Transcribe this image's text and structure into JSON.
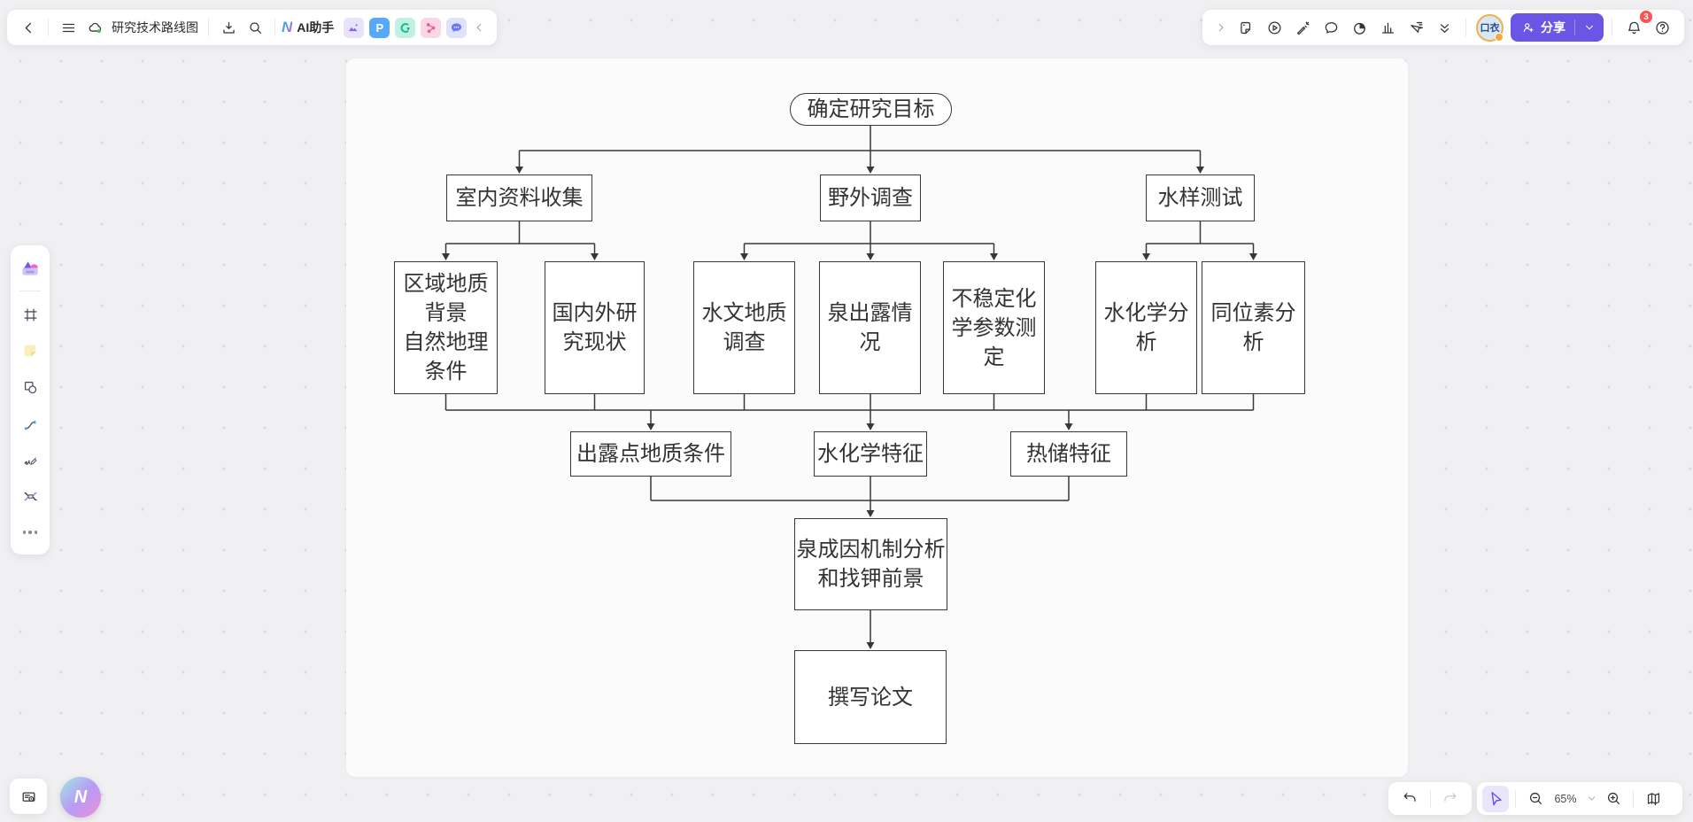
{
  "app": {
    "title": "研究技术路线图",
    "ai_assistant_label": "AI助手",
    "ai_logo_glyph": "N",
    "share_label": "分享",
    "avatar_text": "口衣",
    "notification_count": "3",
    "zoom_level": "65%"
  },
  "toolbar_left": {
    "ppt_glyph": "P",
    "icons": [
      "back-icon",
      "menu-icon",
      "cloud-sync-icon",
      "download-icon",
      "search-icon",
      "ai-image-icon",
      "ai-ppt-icon",
      "ai-export-icon",
      "ai-flowchart-icon",
      "ai-chat-icon",
      "collapse-icon"
    ]
  },
  "toolbar_right": {
    "icons": [
      "expand-icon",
      "widgets-icon",
      "present-icon",
      "laser-pointer-icon",
      "comment-icon",
      "timer-icon",
      "poll-icon",
      "follow-cursor-icon",
      "collapse-toolbar-icon",
      "bell-icon",
      "help-icon"
    ]
  },
  "sidebar": {
    "icons": [
      "templates-icon",
      "frame-icon",
      "sticky-note-icon",
      "shapes-icon",
      "connector-icon",
      "pen-icon",
      "mindmap-icon",
      "more-icon"
    ]
  },
  "footer": {
    "icons": [
      "board-switch-icon",
      "ai-assistant-bubble",
      "undo-icon",
      "redo-icon",
      "select-cursor-icon",
      "zoom-out-icon",
      "zoom-in-icon",
      "minimap-icon"
    ]
  },
  "colors": {
    "accent": "#6956e5",
    "badge": "#fa5151",
    "background": "#f0f0f2",
    "canvas": "#fbfbfc",
    "node_stroke": "#383838"
  },
  "diagram": {
    "nodes": [
      {
        "label": "确定研究目标",
        "shape": "stadium"
      },
      {
        "label": "室内资料收集",
        "shape": "rect"
      },
      {
        "label": "野外调查",
        "shape": "rect"
      },
      {
        "label": "水样测试",
        "shape": "rect"
      },
      {
        "label": "区域地质背景\n自然地理条件",
        "shape": "rect"
      },
      {
        "label": "国内外研究现状",
        "shape": "rect"
      },
      {
        "label": "水文地质调查",
        "shape": "rect"
      },
      {
        "label": "泉出露情况",
        "shape": "rect"
      },
      {
        "label": "不稳定化学参数测定",
        "shape": "rect"
      },
      {
        "label": "水化学分析",
        "shape": "rect"
      },
      {
        "label": "同位素分析",
        "shape": "rect"
      },
      {
        "label": "出露点地质条件",
        "shape": "rect"
      },
      {
        "label": "水化学特征",
        "shape": "rect"
      },
      {
        "label": "热储特征",
        "shape": "rect"
      },
      {
        "label": "泉成因机制分析和找钾前景",
        "shape": "rect"
      },
      {
        "label": "撰写论文",
        "shape": "rect"
      }
    ],
    "links": [
      {
        "from": [
          "确定研究目标"
        ],
        "to": [
          "室内资料收集",
          "野外调查",
          "水样测试"
        ]
      },
      {
        "from": [
          "室内资料收集"
        ],
        "to": [
          "区域地质背景自然地理条件",
          "国内外研究现状"
        ]
      },
      {
        "from": [
          "野外调查"
        ],
        "to": [
          "水文地质调查",
          "泉出露情况",
          "不稳定化学参数测定"
        ]
      },
      {
        "from": [
          "水样测试"
        ],
        "to": [
          "水化学分析",
          "同位素分析"
        ]
      },
      {
        "from": [
          "区域地质背景自然地理条件",
          "国内外研究现状",
          "水文地质调查",
          "泉出露情况",
          "不稳定化学参数测定",
          "水化学分析",
          "同位素分析"
        ],
        "to": [
          "出露点地质条件",
          "水化学特征",
          "热储特征"
        ]
      },
      {
        "from": [
          "出露点地质条件",
          "水化学特征",
          "热储特征"
        ],
        "to": [
          "泉成因机制分析和找钾前景"
        ]
      },
      {
        "from": [
          "泉成因机制分析和找钾前景"
        ],
        "to": [
          "撰写论文"
        ]
      }
    ]
  }
}
